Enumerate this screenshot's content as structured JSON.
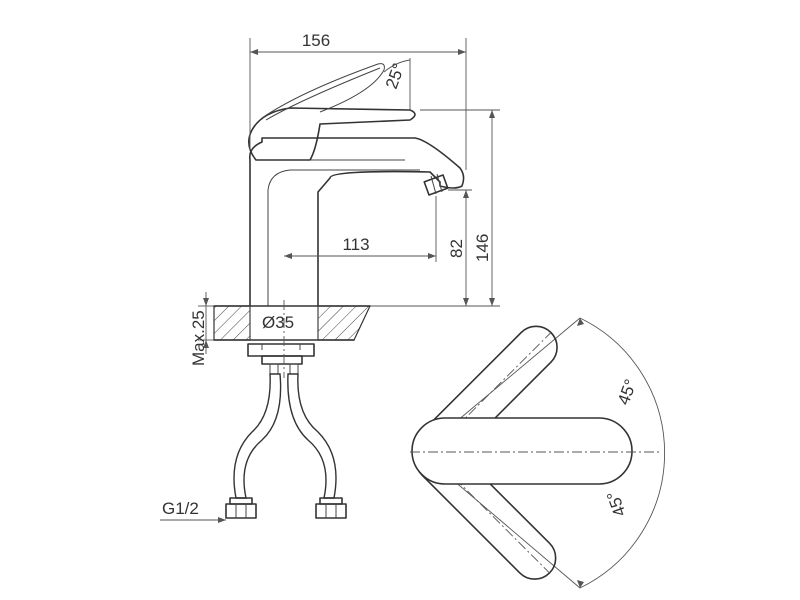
{
  "dimensions": {
    "total_length": "156",
    "spout_reach": "113",
    "spout_height": "82",
    "total_height": "146",
    "max_deck_thickness": "Max.25",
    "mount_hole": "Ø35",
    "connection_thread": "G1/2"
  },
  "angles": {
    "handle_tilt": "25°",
    "rotation_top": "45°",
    "rotation_bottom": "45°"
  },
  "colors": {
    "line": "#333333",
    "background": "#ffffff"
  }
}
